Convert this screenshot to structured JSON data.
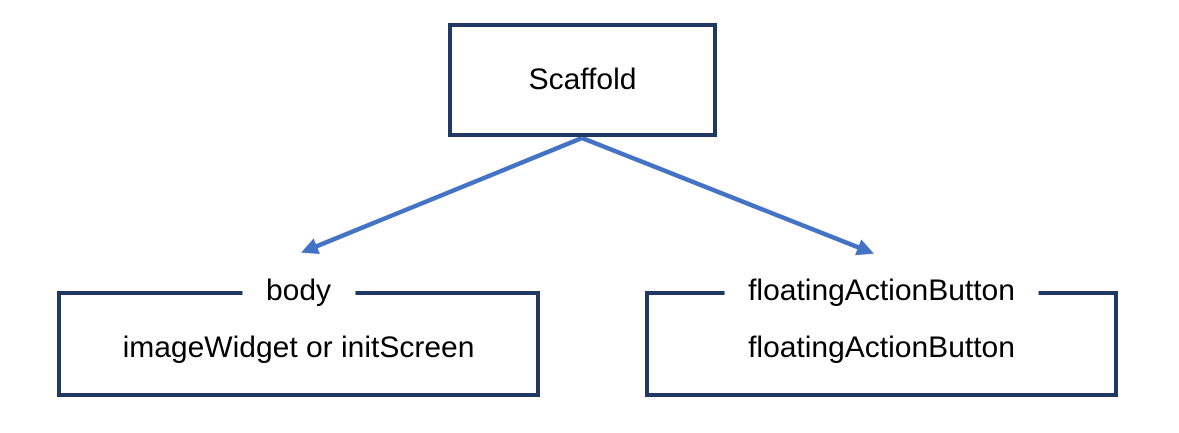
{
  "colors": {
    "box_border": "#1f3864",
    "arrow": "#4472c4",
    "text": "#000000",
    "canvas_bg": "#ffffff"
  },
  "nodes": {
    "root": {
      "label": "Scaffold"
    },
    "left": {
      "group_label": "body",
      "content": "imageWidget or initScreen"
    },
    "right": {
      "group_label": "floatingActionButton",
      "content": "floatingActionButton"
    }
  }
}
